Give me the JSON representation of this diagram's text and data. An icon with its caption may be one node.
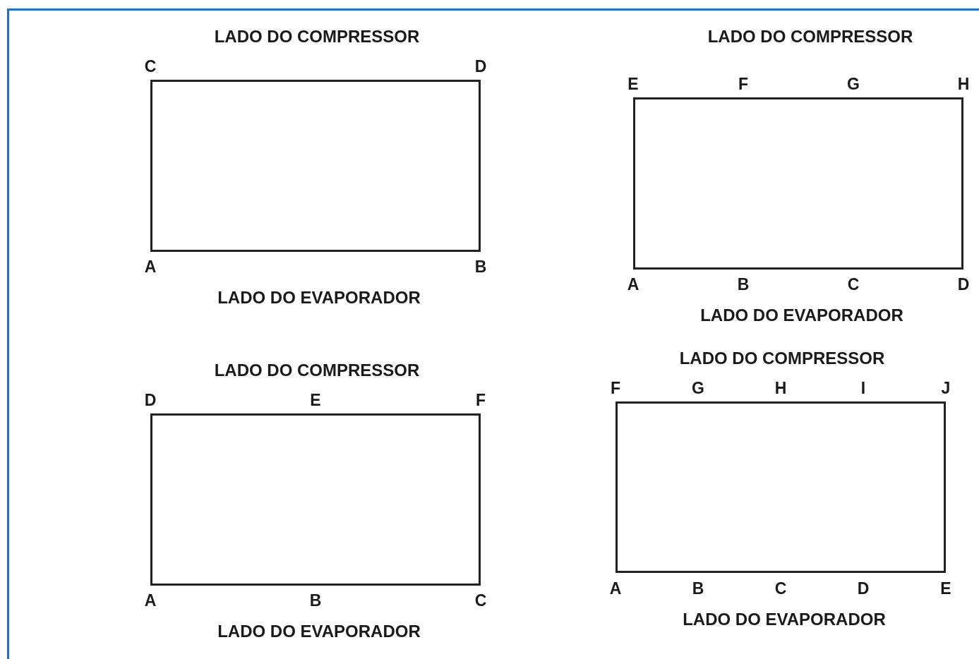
{
  "diagram": {
    "nodes": [
      {
        "text": [
          "LADO DO COMPRESSOR",
          "LADO DO EVAPORADOR"
        ],
        "beside": [
          "C",
          "D",
          "A",
          "B"
        ]
      },
      {
        "text": [
          "LADO DO COMPRESSOR",
          "LADO DO EVAPORADOR"
        ],
        "beside": [
          "E",
          "F",
          "G",
          "H",
          "A",
          "B",
          "C",
          "D"
        ]
      },
      {
        "text": [
          "LADO DO COMPRESSOR",
          "LADO DO EVAPORADOR"
        ],
        "beside": [
          "D",
          "E",
          "F",
          "A",
          "B",
          "C"
        ]
      },
      {
        "text": [
          "LADO DO COMPRESSOR",
          "LADO DO EVAPORADOR"
        ],
        "beside": [
          "F",
          "G",
          "H",
          "I",
          "J",
          "A",
          "B",
          "C",
          "D",
          "E"
        ]
      }
    ]
  }
}
